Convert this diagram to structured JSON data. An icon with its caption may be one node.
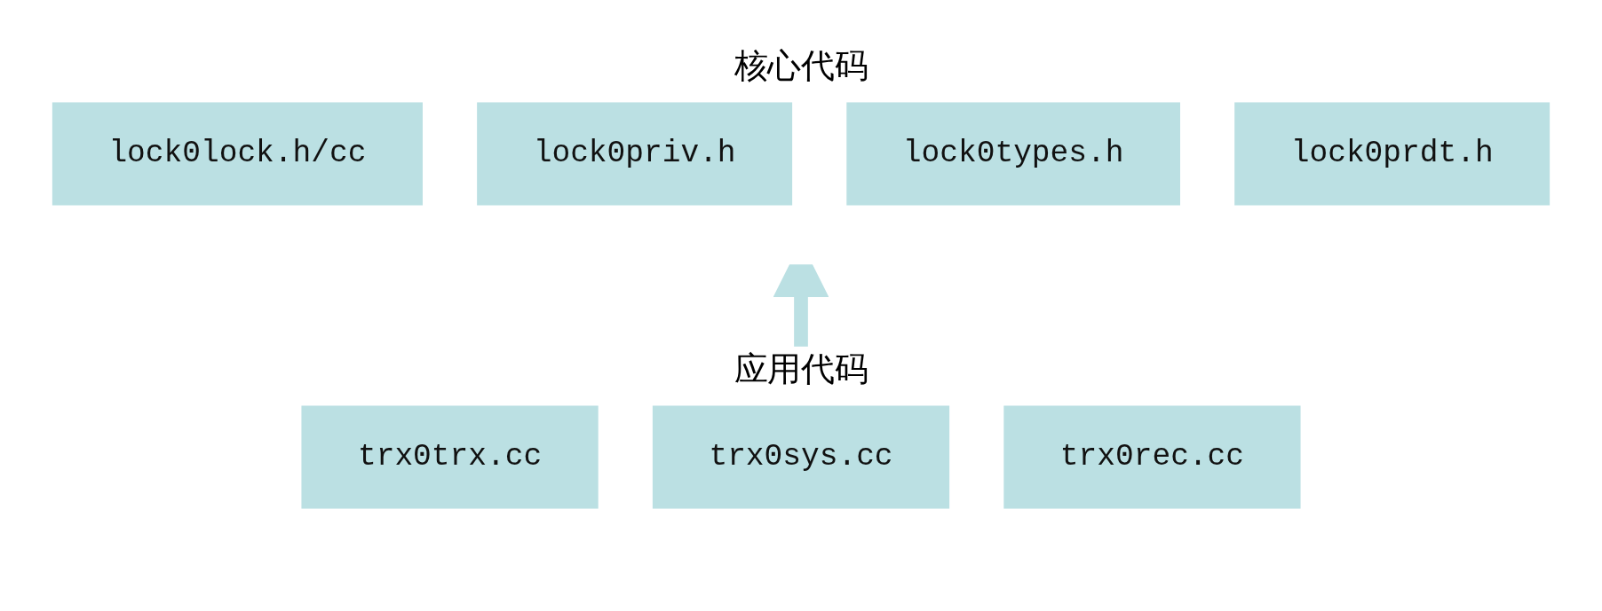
{
  "diagram": {
    "nodes": [
      {
        "text": [
          "核心代码"
        ]
      },
      {
        "text": [
          "lock0lock.h/cc"
        ],
        "in": 0
      },
      {
        "text": [
          "lock0priv.h"
        ],
        "in": 0
      },
      {
        "text": [
          "lock0types.h"
        ],
        "in": 0
      },
      {
        "text": [
          "lock0prdt.h"
        ],
        "in": 0
      },
      {
        "text": [
          "应用代码"
        ]
      },
      {
        "text": [
          "trx0trx.cc"
        ],
        "in": 5
      },
      {
        "text": [
          "trx0sys.cc"
        ],
        "in": 5
      },
      {
        "text": [
          "trx0rec.cc"
        ],
        "in": 5
      }
    ],
    "edges": [
      {
        "from": 5,
        "to": 0,
        "arrow": "to",
        "color": "#bbe0e3"
      }
    ]
  }
}
